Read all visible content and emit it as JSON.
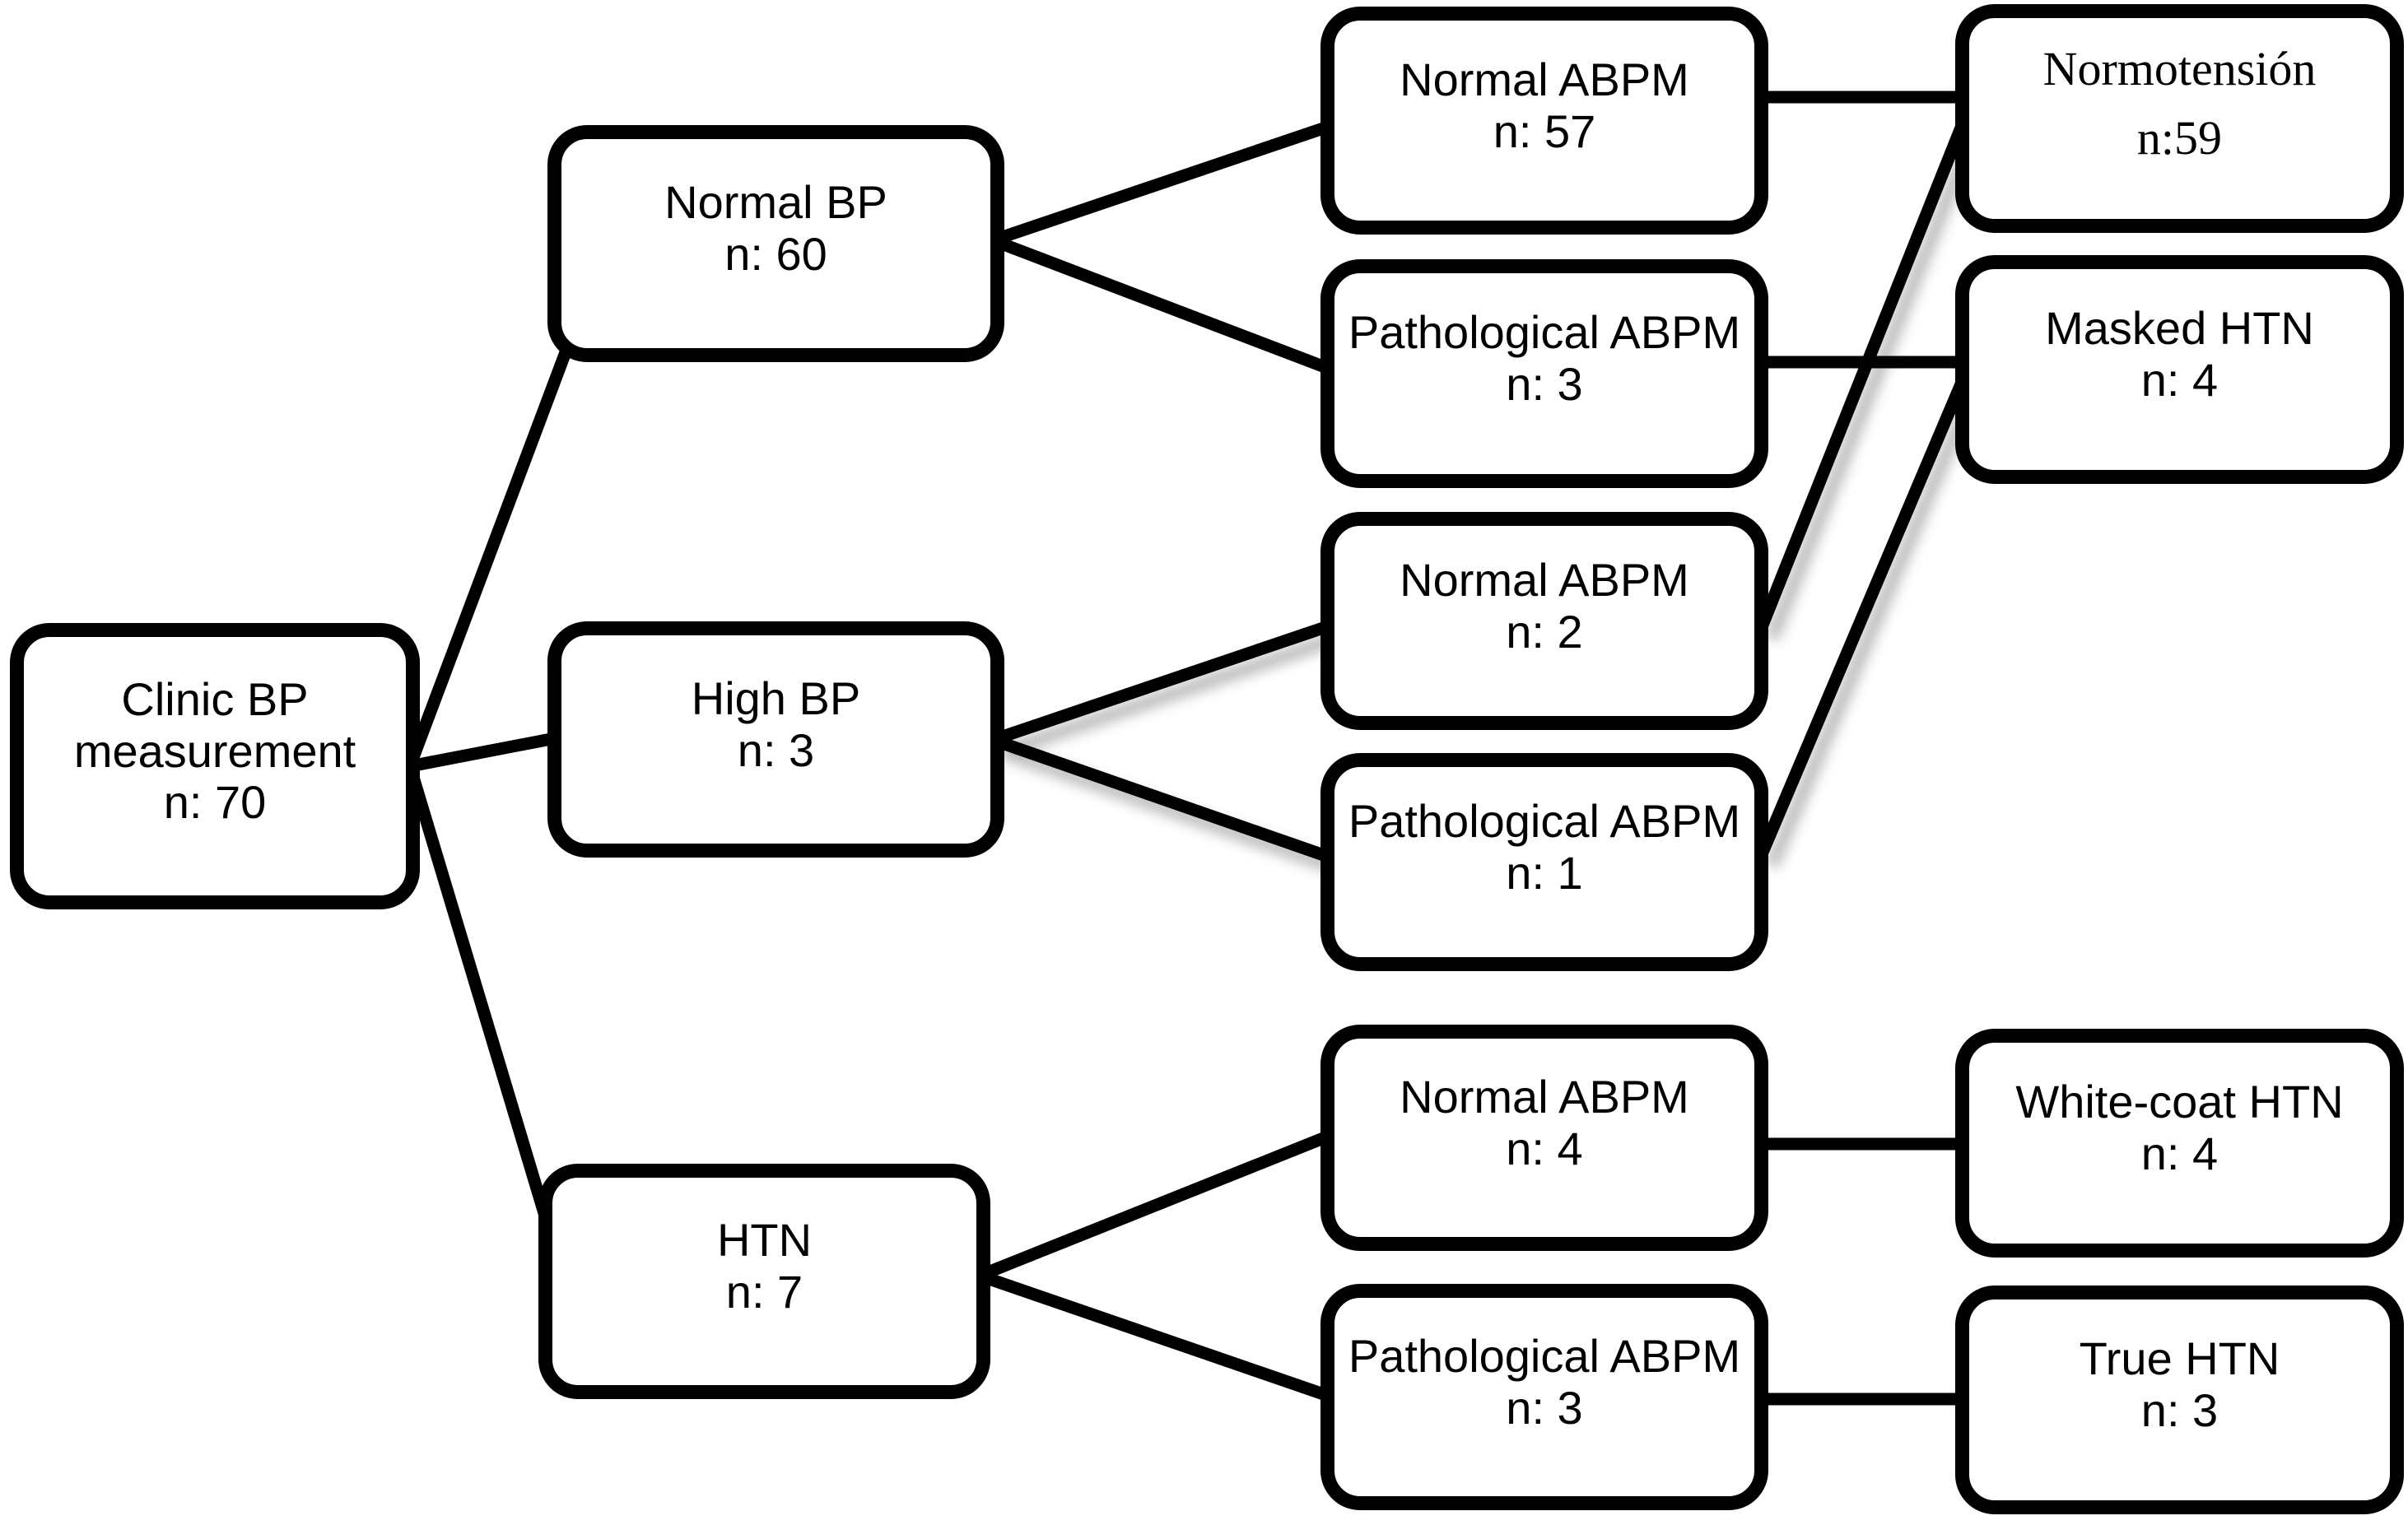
{
  "diagram": {
    "background_color": "#ffffff",
    "stroke_color": "#000000",
    "nodes": [
      {
        "id": "clinic-bp",
        "lines": [
          "Clinic BP",
          "measurement",
          "n: 70"
        ]
      },
      {
        "id": "normal-bp",
        "lines": [
          "Normal BP",
          "n: 60"
        ]
      },
      {
        "id": "high-bp",
        "lines": [
          "High BP",
          "n: 3"
        ]
      },
      {
        "id": "htn",
        "lines": [
          "HTN",
          "n: 7"
        ]
      },
      {
        "id": "normal-abpm-from-normal-bp",
        "lines": [
          "Normal ABPM",
          "n: 57"
        ]
      },
      {
        "id": "pathological-abpm-from-normal-bp",
        "lines": [
          "Pathological ABPM",
          "n: 3"
        ]
      },
      {
        "id": "normal-abpm-from-high-bp",
        "lines": [
          "Normal ABPM",
          "n: 2"
        ]
      },
      {
        "id": "pathological-abpm-from-high-bp",
        "lines": [
          "Pathological ABPM",
          "n: 1"
        ]
      },
      {
        "id": "normal-abpm-from-htn",
        "lines": [
          "Normal ABPM",
          "n: 4"
        ]
      },
      {
        "id": "pathological-abpm-from-htn",
        "lines": [
          "Pathological ABPM",
          "n: 3"
        ]
      },
      {
        "id": "normotension",
        "lines": [
          "Normotensión",
          "n:59"
        ]
      },
      {
        "id": "masked-htn",
        "lines": [
          "Masked HTN",
          "n: 4"
        ]
      },
      {
        "id": "white-coat-htn",
        "lines": [
          "White-coat HTN",
          "n: 4"
        ]
      },
      {
        "id": "true-htn",
        "lines": [
          "True HTN",
          "n: 3"
        ]
      }
    ],
    "edges": [
      {
        "from": "clinic-bp",
        "to": "normal-bp"
      },
      {
        "from": "clinic-bp",
        "to": "high-bp"
      },
      {
        "from": "clinic-bp",
        "to": "htn"
      },
      {
        "from": "normal-bp",
        "to": "normal-abpm-from-normal-bp"
      },
      {
        "from": "normal-bp",
        "to": "pathological-abpm-from-normal-bp"
      },
      {
        "from": "high-bp",
        "to": "normal-abpm-from-high-bp"
      },
      {
        "from": "high-bp",
        "to": "pathological-abpm-from-high-bp"
      },
      {
        "from": "htn",
        "to": "normal-abpm-from-htn"
      },
      {
        "from": "htn",
        "to": "pathological-abpm-from-htn"
      },
      {
        "from": "normal-abpm-from-normal-bp",
        "to": "normotension"
      },
      {
        "from": "pathological-abpm-from-normal-bp",
        "to": "masked-htn"
      },
      {
        "from": "normal-abpm-from-high-bp",
        "to": "normotension"
      },
      {
        "from": "pathological-abpm-from-high-bp",
        "to": "masked-htn"
      },
      {
        "from": "normal-abpm-from-htn",
        "to": "white-coat-htn"
      },
      {
        "from": "pathological-abpm-from-htn",
        "to": "true-htn"
      }
    ]
  }
}
